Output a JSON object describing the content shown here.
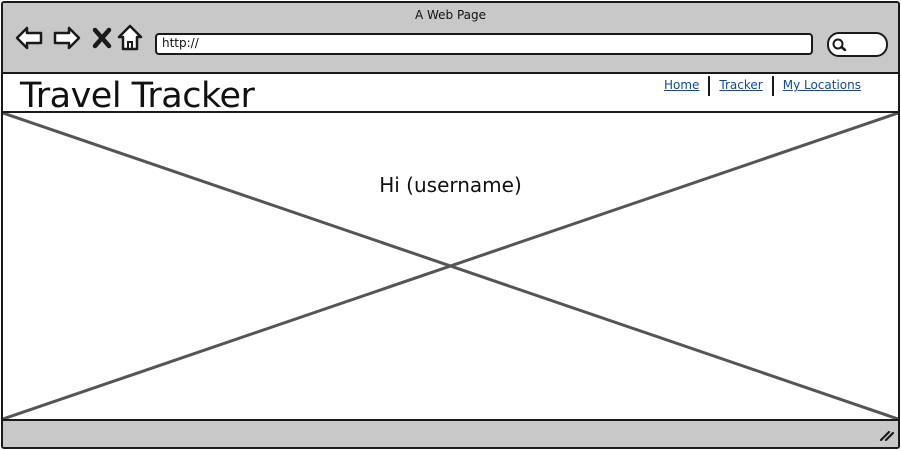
{
  "browser": {
    "window_title": "A Web Page",
    "url": "http://",
    "buttons": {
      "back": "back-arrow-icon",
      "forward": "forward-arrow-icon",
      "stop": "close-icon",
      "home": "home-icon",
      "search": "search-icon"
    }
  },
  "header": {
    "site_title": "Travel Tracker",
    "nav": [
      "Home",
      "Tracker",
      "My Locations"
    ]
  },
  "main": {
    "greeting": "Hi (username)"
  },
  "colors": {
    "chrome": "#c8c8c8",
    "link": "#0b4da2",
    "stroke": "#1a1a1a"
  }
}
